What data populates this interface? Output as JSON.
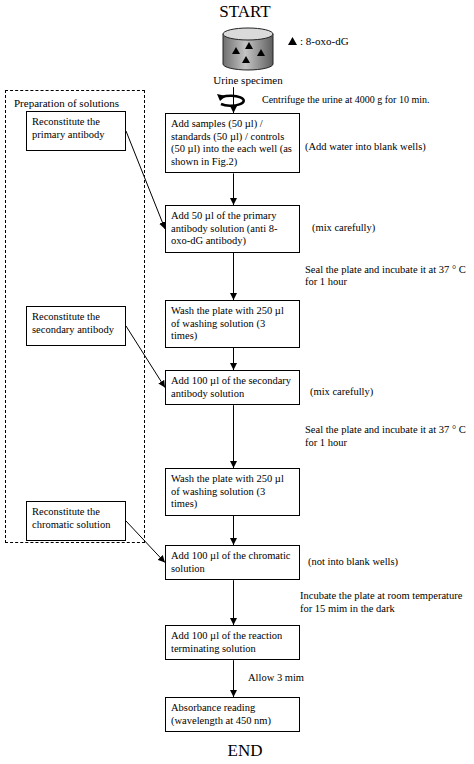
{
  "diagram": {
    "nodes": [
      {
        "text": [
          "Urine specimen"
        ]
      },
      {
        "text": [
          "Preparation of solutions"
        ]
      },
      {
        "text": [
          "Reconstitute the primary antibody"
        ],
        "in": 1
      },
      {
        "text": [
          "Reconstitute the secondary antibody"
        ],
        "in": 1
      },
      {
        "text": [
          "Reconstitute the chromatic solution"
        ],
        "in": 1
      },
      {
        "text": [
          "Add samples (50 µl) / standards (50 µl) / controls (50 µl) into the each well (as shown in Fig.2)"
        ]
      },
      {
        "text": [
          "Add 50 µl of the primary antibody solution (anti 8-oxo-dG antibody)"
        ]
      },
      {
        "text": [
          "Wash the plate with 250 µl of washing solution (3 times)"
        ]
      },
      {
        "text": [
          "Add 100 µl of the secondary antibody solution"
        ]
      },
      {
        "text": [
          "Wash the plate with 250 µl of washing solution (3 times)"
        ]
      },
      {
        "text": [
          "Add 100 µl of the chromatic solution"
        ]
      },
      {
        "text": [
          "Add 100 µl of the reaction terminating solution"
        ]
      },
      {
        "text": [
          "Absorbance reading (wavelength at 450 nm)"
        ]
      }
    ],
    "edges": [
      {
        "from": 0,
        "to": 5,
        "arrow": "to",
        "label": "Centrifuge the urine at 4000 g for 10 min."
      },
      {
        "from": 5,
        "to": 6,
        "arrow": "to"
      },
      {
        "from": 6,
        "to": 7,
        "arrow": "to",
        "label": "Seal the plate and incubate it at 37 ° C for 1 hour"
      },
      {
        "from": 7,
        "to": 8,
        "arrow": "to"
      },
      {
        "from": 8,
        "to": 9,
        "arrow": "to",
        "label": "Seal the plate and incubate it at 37 ° C for 1 hour"
      },
      {
        "from": 9,
        "to": 10,
        "arrow": "to"
      },
      {
        "from": 10,
        "to": 11,
        "arrow": "to",
        "label": "Incubate the plate at room temperature for 15 mim in the dark"
      },
      {
        "from": 11,
        "to": 12,
        "arrow": "to",
        "label": "Allow 3 mim"
      },
      {
        "from": 2,
        "to": 6,
        "arrow": "to"
      },
      {
        "from": 3,
        "to": 8,
        "arrow": "to"
      },
      {
        "from": 4,
        "to": 10,
        "arrow": "to"
      }
    ],
    "labels": [
      "START",
      "(Add water into blank wells)",
      "(mix carefully)",
      "(mix carefully)",
      "(not into blank wells)",
      "END"
    ],
    "legend": [
      {
        "text": ": 8-oxo-dG"
      }
    ]
  }
}
